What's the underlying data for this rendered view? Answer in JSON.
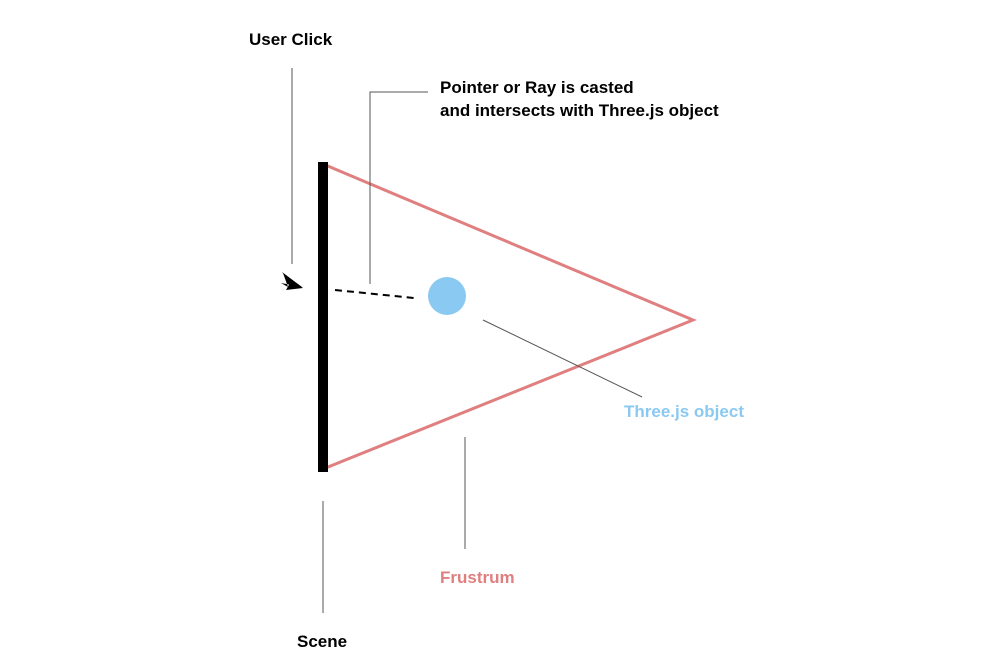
{
  "colors": {
    "frustum": "#e07f7f",
    "object": "#8ac9f1",
    "ink": "#000000",
    "leader": "#555555"
  },
  "labels": {
    "user_click": "User Click",
    "pointer_line1": "Pointer or Ray is casted",
    "pointer_line2": "and intersects with Three.js object",
    "threejs_object": "Three.js object",
    "frustum": "Frustrum",
    "scene": "Scene"
  },
  "icons": {
    "cursor": "cursor-arrow-icon"
  }
}
